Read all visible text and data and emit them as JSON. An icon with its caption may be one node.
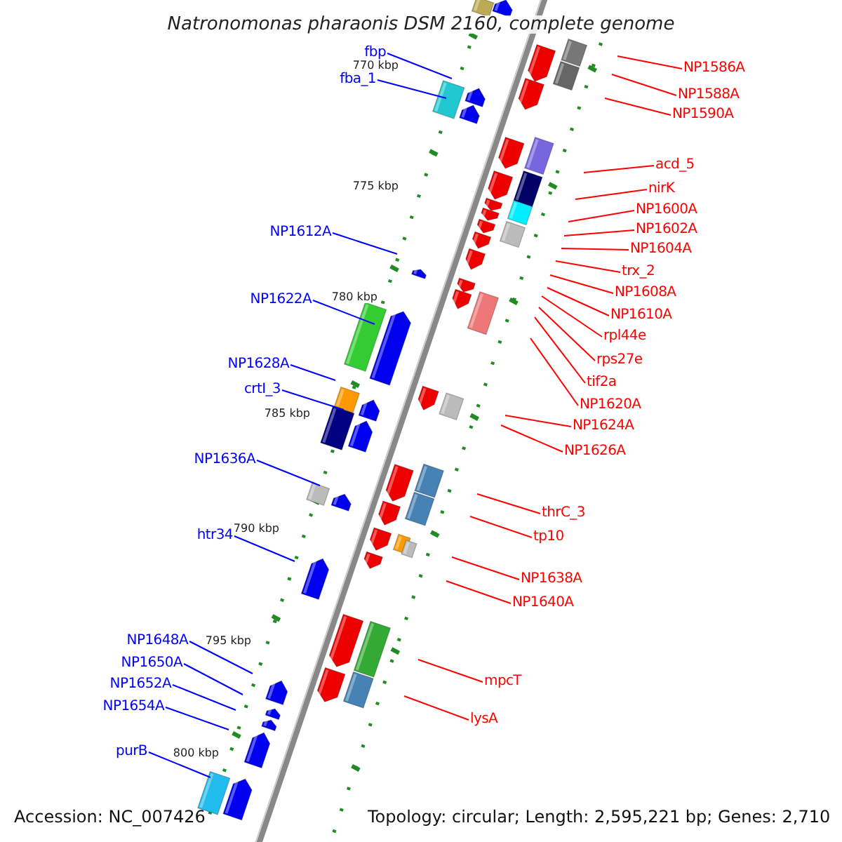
{
  "diagram": {
    "title": "Natronomonas pharaonis DSM 2160, complete genome",
    "nodes": [
      {
        "text": [
          "fbp"
        ]
      },
      {
        "text": [
          "fba_1"
        ]
      },
      {
        "text": [
          "NP1586A"
        ]
      },
      {
        "text": [
          "NP1588A"
        ]
      },
      {
        "text": [
          "NP1590A"
        ]
      },
      {
        "text": [
          "acd_5"
        ]
      },
      {
        "text": [
          "nirK"
        ]
      },
      {
        "text": [
          "NP1600A"
        ]
      },
      {
        "text": [
          "NP1612A"
        ]
      },
      {
        "text": [
          "NP1602A"
        ]
      },
      {
        "text": [
          "NP1604A"
        ]
      },
      {
        "text": [
          "trx_2"
        ]
      },
      {
        "text": [
          "NP1608A"
        ]
      },
      {
        "text": [
          "NP1622A"
        ]
      },
      {
        "text": [
          "NP1610A"
        ]
      },
      {
        "text": [
          "rpl44e"
        ]
      },
      {
        "text": [
          "rps27e"
        ]
      },
      {
        "text": [
          "NP1628A"
        ]
      },
      {
        "text": [
          "tif2a"
        ]
      },
      {
        "text": [
          "crtI_3"
        ]
      },
      {
        "text": [
          "NP1620A"
        ]
      },
      {
        "text": [
          "NP1624A"
        ]
      },
      {
        "text": [
          "NP1626A"
        ]
      },
      {
        "text": [
          "NP1636A"
        ]
      },
      {
        "text": [
          "thrC_3"
        ]
      },
      {
        "text": [
          "htr34"
        ]
      },
      {
        "text": [
          "tp10"
        ]
      },
      {
        "text": [
          "NP1638A"
        ]
      },
      {
        "text": [
          "NP1640A"
        ]
      },
      {
        "text": [
          "NP1648A"
        ]
      },
      {
        "text": [
          "NP1650A"
        ]
      },
      {
        "text": [
          "mpcT"
        ]
      },
      {
        "text": [
          "NP1652A"
        ]
      },
      {
        "text": [
          "NP1654A"
        ]
      },
      {
        "text": [
          "lysA"
        ]
      },
      {
        "text": [
          "purB"
        ]
      }
    ],
    "edges": [
      {
        "from": 0,
        "to": null,
        "arrow": "none",
        "color": "#0000ff"
      },
      {
        "from": 1,
        "to": null,
        "arrow": "none",
        "color": "#0000ff"
      },
      {
        "from": 2,
        "to": null,
        "arrow": "none"
      },
      {
        "from": 3,
        "to": null,
        "arrow": "none"
      },
      {
        "from": 4,
        "to": null,
        "arrow": "none"
      },
      {
        "from": 5,
        "to": null,
        "arrow": "none"
      },
      {
        "from": 6,
        "to": null,
        "arrow": "none"
      },
      {
        "from": 7,
        "to": null,
        "arrow": "none"
      },
      {
        "from": 8,
        "to": null,
        "arrow": "none",
        "color": "#0000ff"
      },
      {
        "from": 9,
        "to": null,
        "arrow": "none"
      },
      {
        "from": 10,
        "to": null,
        "arrow": "none"
      },
      {
        "from": 11,
        "to": null,
        "arrow": "none"
      },
      {
        "from": 12,
        "to": null,
        "arrow": "none"
      },
      {
        "from": 13,
        "to": null,
        "arrow": "none",
        "color": "#0000ff"
      },
      {
        "from": 14,
        "to": null,
        "arrow": "none"
      },
      {
        "from": 15,
        "to": null,
        "arrow": "none"
      },
      {
        "from": 16,
        "to": null,
        "arrow": "none"
      },
      {
        "from": 17,
        "to": null,
        "arrow": "none",
        "color": "#0000ff"
      },
      {
        "from": 18,
        "to": null,
        "arrow": "none"
      },
      {
        "from": 19,
        "to": null,
        "arrow": "none",
        "color": "#0000ff"
      },
      {
        "from": 20,
        "to": null,
        "arrow": "none"
      },
      {
        "from": 21,
        "to": null,
        "arrow": "none"
      },
      {
        "from": 22,
        "to": null,
        "arrow": "none"
      },
      {
        "from": 23,
        "to": null,
        "arrow": "none",
        "color": "#0000ff"
      },
      {
        "from": 24,
        "to": null,
        "arrow": "none"
      },
      {
        "from": 25,
        "to": null,
        "arrow": "none",
        "color": "#0000ff"
      },
      {
        "from": 26,
        "to": null,
        "arrow": "none"
      },
      {
        "from": 27,
        "to": null,
        "arrow": "none"
      },
      {
        "from": 28,
        "to": null,
        "arrow": "none"
      },
      {
        "from": 29,
        "to": null,
        "arrow": "none",
        "color": "#0000ff"
      },
      {
        "from": 30,
        "to": null,
        "arrow": "none",
        "color": "#0000ff"
      },
      {
        "from": 31,
        "to": null,
        "arrow": "none"
      },
      {
        "from": 32,
        "to": null,
        "arrow": "none",
        "color": "#0000ff"
      },
      {
        "from": 33,
        "to": null,
        "arrow": "none",
        "color": "#0000ff"
      },
      {
        "from": 34,
        "to": null,
        "arrow": "none"
      },
      {
        "from": 35,
        "to": null,
        "arrow": "none",
        "color": "#0000ff"
      }
    ],
    "labels": [
      "770 kbp",
      "775 kbp",
      "780 kbp",
      "785 kbp",
      "790 kbp",
      "795 kbp",
      "800 kbp",
      "Accession: NC_007426",
      "Topology: circular; Length: 2,595,221 bp; Genes: 2,710"
    ]
  }
}
